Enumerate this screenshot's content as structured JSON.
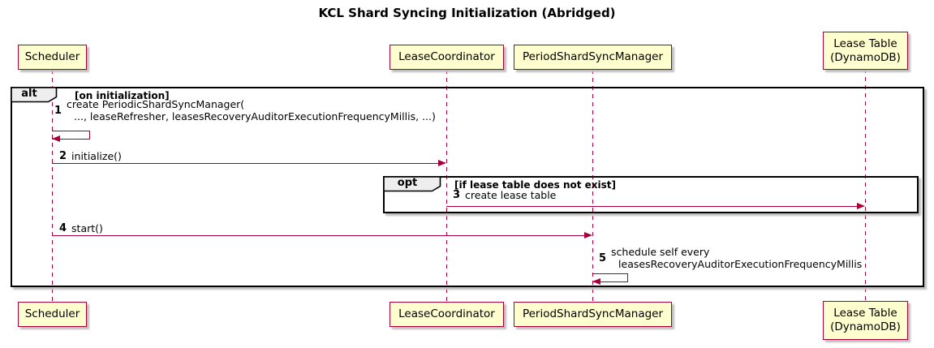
{
  "title": "KCL Shard Syncing Initialization (Abridged)",
  "colors": {
    "accent": "#A80036",
    "participant_fill": "#FEFECE",
    "frame_border": "#000000",
    "frame_label_fill": "#EEEEEE",
    "text": "#000000"
  },
  "participants": [
    {
      "id": "scheduler",
      "label": "Scheduler"
    },
    {
      "id": "lease-coordinator",
      "label": "LeaseCoordinator"
    },
    {
      "id": "period-shard-sync-manager",
      "label": "PeriodShardSyncManager"
    },
    {
      "id": "lease-table",
      "label": "Lease Table\n(DynamoDB)"
    }
  ],
  "frames": {
    "alt": {
      "keyword": "alt",
      "condition": "[on initialization]"
    },
    "opt": {
      "keyword": "opt",
      "condition": "[if lease table does not exist]"
    }
  },
  "messages": [
    {
      "num": "1",
      "from": "Scheduler",
      "to": "Scheduler",
      "lines": [
        "create PeriodicShardSyncManager(",
        "..., leaseRefresher, leasesRecoveryAuditorExecutionFrequencyMillis, ...)"
      ]
    },
    {
      "num": "2",
      "from": "Scheduler",
      "to": "LeaseCoordinator",
      "lines": [
        "initialize()"
      ]
    },
    {
      "num": "3",
      "from": "LeaseCoordinator",
      "to": "Lease Table (DynamoDB)",
      "lines": [
        "create lease table"
      ]
    },
    {
      "num": "4",
      "from": "Scheduler",
      "to": "PeriodShardSyncManager",
      "lines": [
        "start()"
      ]
    },
    {
      "num": "5",
      "from": "PeriodShardSyncManager",
      "to": "PeriodShardSyncManager",
      "lines": [
        "schedule self every",
        "leasesRecoveryAuditorExecutionFrequencyMillis"
      ]
    }
  ]
}
